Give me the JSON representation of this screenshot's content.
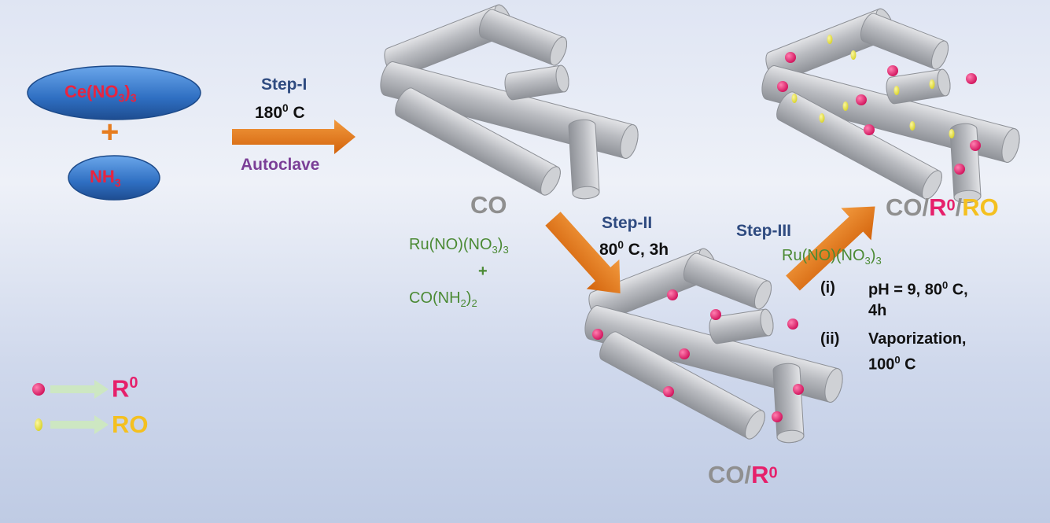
{
  "reactants": {
    "ce_no3": {
      "base": "Ce(NO",
      "sub": "3",
      "close": ")",
      "sub2": "3"
    },
    "plus": "+",
    "nh3": {
      "base": "NH",
      "sub": "3"
    }
  },
  "step1": {
    "title": "Step-I",
    "temp_base": "180",
    "temp_sup": "0",
    "temp_unit": " C",
    "vessel": "Autoclave"
  },
  "co_label": "CO",
  "step2": {
    "title": "Step-II",
    "cond_base": "80",
    "cond_sup": "0",
    "cond_rest": " C, 3h",
    "reagent1": {
      "base": "Ru(NO)(NO",
      "sub": "3",
      "close": ")",
      "sub2": "3"
    },
    "plus": "+",
    "reagent2": {
      "base": "CO(NH",
      "sub": "2",
      "close": ")",
      "sub2": "2"
    }
  },
  "co_r0_label": {
    "co": "CO/",
    "r": "R",
    "sup": "0"
  },
  "step3": {
    "title": "Step-III",
    "reagent": {
      "base": "Ru(NO)(NO",
      "sub": "3",
      "close": ")",
      "sub2": "3"
    },
    "items": [
      {
        "num": "(i)",
        "line1_a": "pH = 9, 80",
        "line1_sup": "0",
        "line1_b": " C,",
        "line2": "4h"
      },
      {
        "num": "(ii)",
        "line1_a": "Vaporization,",
        "line1_sup": "",
        "line1_b": "",
        "line2_a": "100",
        "line2_sup": "0",
        "line2_b": " C"
      }
    ]
  },
  "final_label": {
    "co": "CO/",
    "r": "R",
    "sup": "0",
    "slash": "/",
    "ro": "RO"
  },
  "legend": [
    {
      "symbol": "pink-dot",
      "label": "R",
      "sup": "0"
    },
    {
      "symbol": "yellow-dot",
      "label": "RO",
      "sup": ""
    }
  ],
  "colors": {
    "rod": "#b7bac0",
    "ellipse": "#3d7fd1",
    "arrow": "#e67c1f",
    "pink": "#e6206b",
    "yellow": "#f4c020",
    "legend_arrow": "#cde7c2"
  }
}
